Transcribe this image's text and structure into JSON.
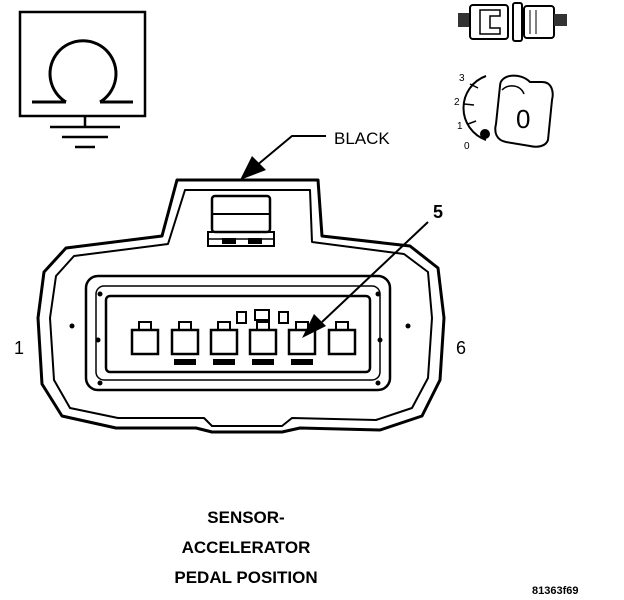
{
  "labels": {
    "color": "BLACK",
    "pin_callout": "5",
    "pin_first": "1",
    "pin_last": "6",
    "title_line1": "SENSOR-",
    "title_line2": "ACCELERATOR",
    "title_line3": "PEDAL POSITION",
    "figure_id": "81363f69"
  },
  "key_switch": {
    "positions": [
      "3",
      "2",
      "1",
      "0"
    ],
    "key_mark": "0"
  },
  "connector": {
    "cavity_count": 6
  }
}
